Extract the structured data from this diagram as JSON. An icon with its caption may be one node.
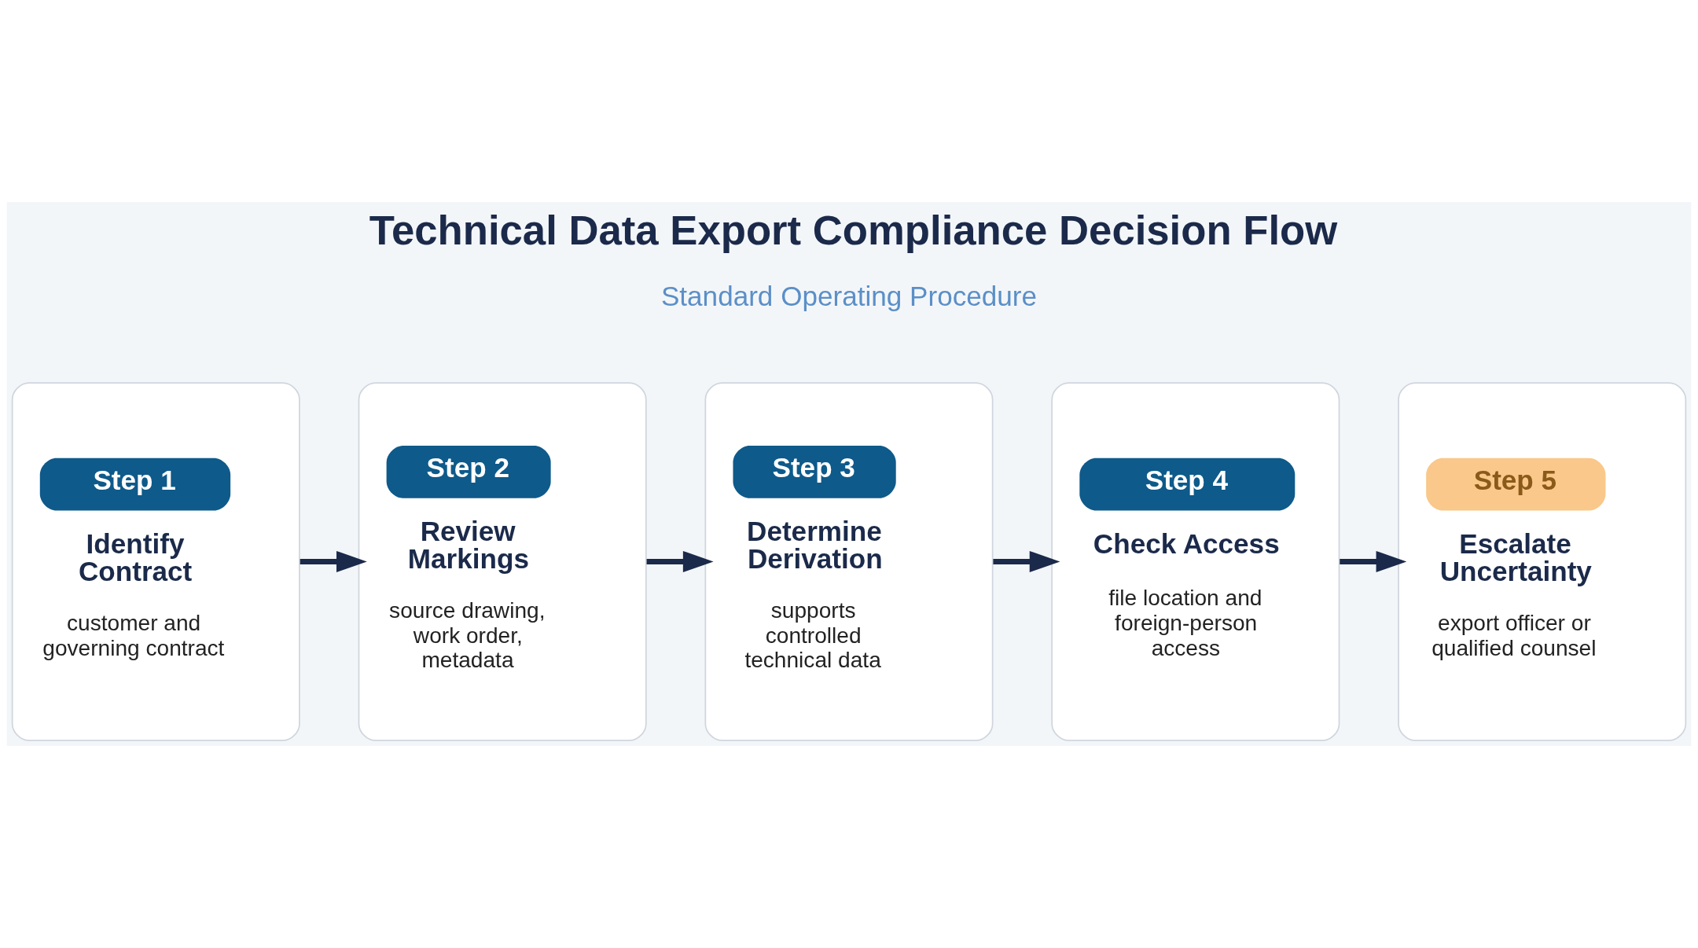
{
  "diagram": {
    "title": "Technical Data Export Compliance Decision Flow",
    "nodes": [
      {
        "text": [
          "Step 1",
          "Identify Contract",
          "customer and governing contract"
        ]
      },
      {
        "text": [
          "Step 2",
          "Review Markings",
          "source drawing, work order, metadata"
        ]
      },
      {
        "text": [
          "Step 3",
          "Determine Derivation",
          "supports controlled technical data"
        ]
      },
      {
        "text": [
          "Step 4",
          "Check Access",
          "file location and foreign-person access"
        ]
      },
      {
        "text": [
          "Step 5",
          "Escalate Uncertainty",
          "export officer or qualified counsel"
        ]
      }
    ],
    "edges": [
      {
        "from": 0,
        "to": 1,
        "arrow": "to"
      },
      {
        "from": 1,
        "to": 2,
        "arrow": "to"
      },
      {
        "from": 2,
        "to": 3,
        "arrow": "to"
      },
      {
        "from": 3,
        "to": 4,
        "arrow": "to"
      }
    ],
    "labels": [
      "Standard Operating Procedure"
    ]
  }
}
